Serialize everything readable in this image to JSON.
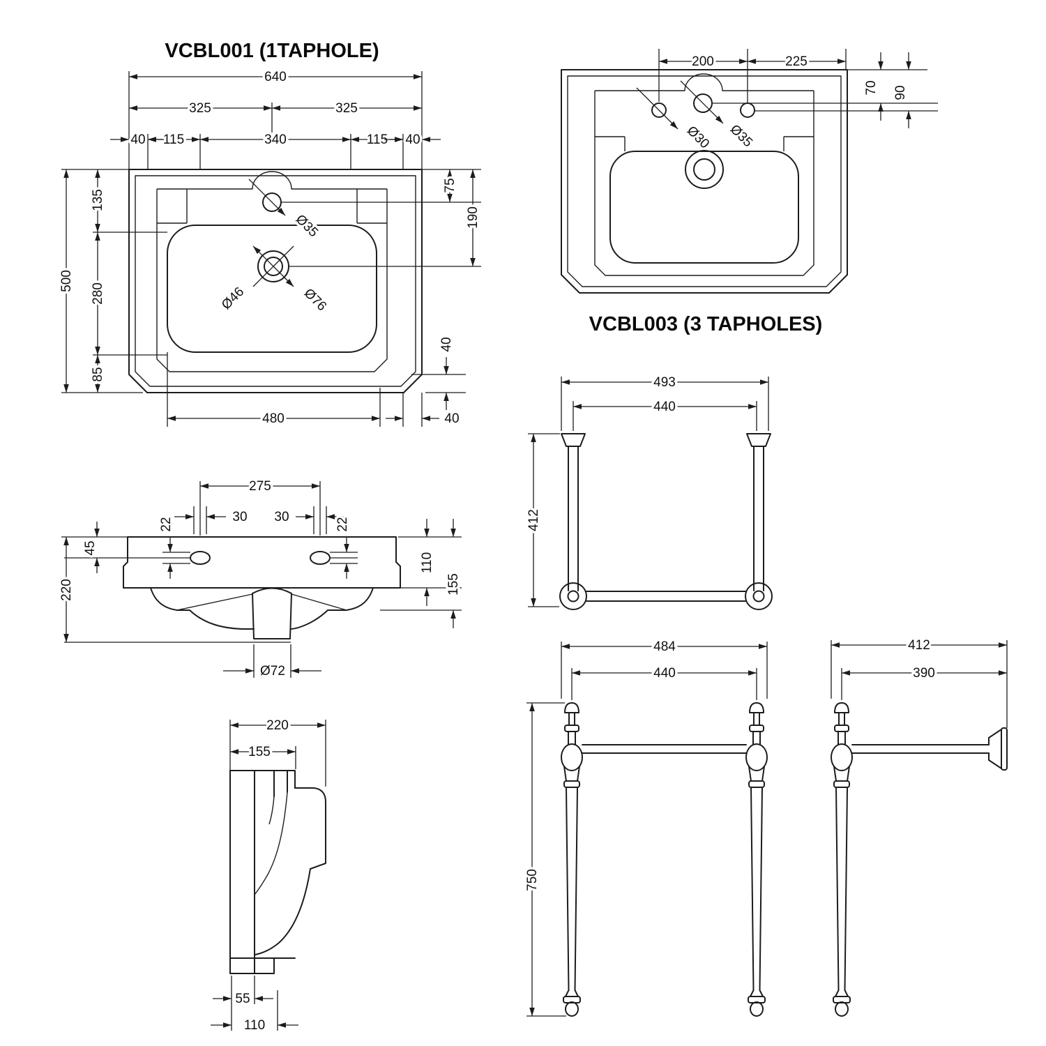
{
  "drawing": {
    "titles": {
      "vcbl001": "VCBL001 (1TAPHOLE)",
      "vcbl003": "VCBL003 (3 TAPHOLES)"
    },
    "plan1": {
      "overall_width": "640",
      "half_left": "325",
      "half_right": "325",
      "edge_left": "40",
      "offset_left": "115",
      "center_span": "340",
      "offset_right": "115",
      "edge_right": "40",
      "overall_depth": "500",
      "back_to_bowl": "135",
      "bowl_depth": "280",
      "bowl_to_front": "85",
      "tap_from_back": "75",
      "waste_from_back": "190",
      "chamfer_height": "40",
      "bowl_width": "480",
      "chamfer_width": "40",
      "tap_dia": "Ø35",
      "waste_inner_dia": "Ø46",
      "waste_outer_dia": "Ø76"
    },
    "plan3": {
      "tap_spacing": "200",
      "tap_to_edge": "225",
      "center_tap_from_back": "70",
      "side_tap_from_back": "90",
      "side_tap_dia": "Ø30",
      "center_tap_dia": "Ø35"
    },
    "front": {
      "fixing_span": "275",
      "fixing_dia_left": "30",
      "fixing_dia_right": "30",
      "fixing_height_left": "22",
      "fixing_height_right": "22",
      "overflow_drop": "45",
      "overall_height": "220",
      "skirt_height": "110",
      "to_bowl_bottom": "155",
      "waste_dia": "Ø72"
    },
    "side": {
      "overall_depth": "220",
      "top_depth": "155",
      "foot_depth": "55",
      "base_depth": "110"
    },
    "frame": {
      "outer_width": "493",
      "inner_width": "440",
      "depth": "412"
    },
    "legs_front": {
      "outer_width": "484",
      "inner_width": "440",
      "height": "750"
    },
    "legs_side": {
      "outer_depth": "412",
      "inner_depth": "390"
    }
  }
}
